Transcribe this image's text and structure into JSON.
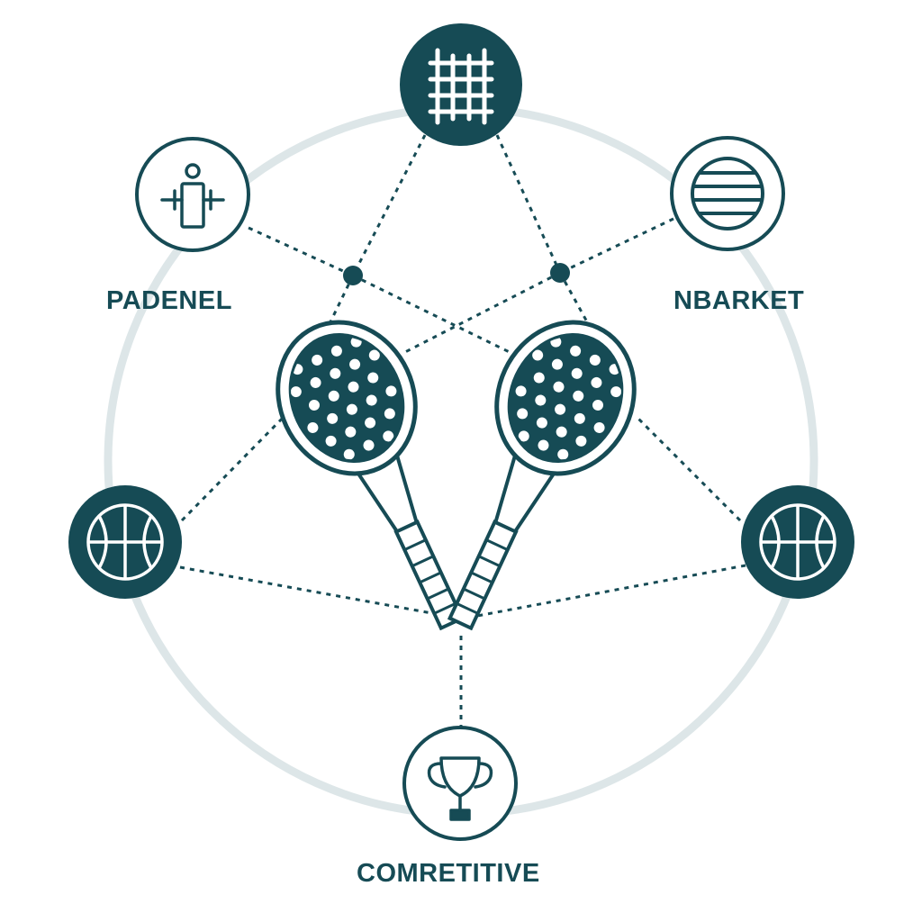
{
  "colors": {
    "primary": "#164b55",
    "ring": "#dde6e8",
    "background": "#ffffff"
  },
  "labels": {
    "left": "PADENEL",
    "right": "NBARKET",
    "bottom": "COMRETITIVE"
  },
  "nodes": [
    {
      "id": "top",
      "icon": "court-net-icon",
      "style": "filled"
    },
    {
      "id": "upper-left",
      "icon": "person-icon",
      "style": "outline"
    },
    {
      "id": "upper-right",
      "icon": "striped-ball-icon",
      "style": "outline"
    },
    {
      "id": "left",
      "icon": "basketball-icon",
      "style": "filled"
    },
    {
      "id": "right",
      "icon": "basketball-icon",
      "style": "filled"
    },
    {
      "id": "bottom",
      "icon": "trophy-icon",
      "style": "outline"
    }
  ],
  "center_icon": "crossed-padel-rackets-icon"
}
